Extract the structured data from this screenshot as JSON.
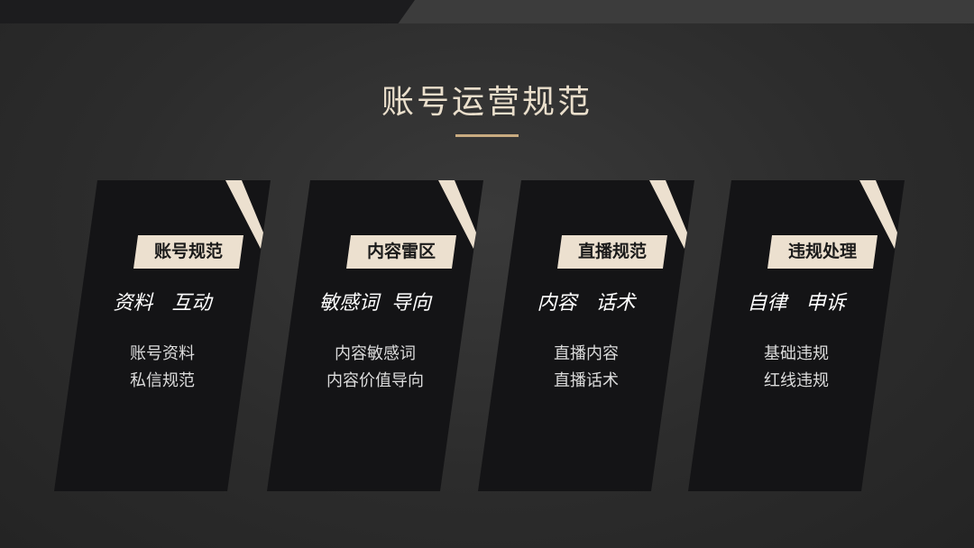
{
  "title": "账号运营规范",
  "cards": [
    {
      "tag": "账号规范",
      "subtitle": "资料   互动",
      "items": [
        "账号资料",
        "私信规范"
      ]
    },
    {
      "tag": "内容雷区",
      "subtitle": "敏感词  导向",
      "items": [
        "内容敏感词",
        "内容价值导向"
      ]
    },
    {
      "tag": "直播规范",
      "subtitle": "内容   话术",
      "items": [
        "直播内容",
        "直播话术"
      ]
    },
    {
      "tag": "违规处理",
      "subtitle": "自律   申诉",
      "items": [
        "基础违规",
        "红线违规"
      ]
    }
  ]
}
